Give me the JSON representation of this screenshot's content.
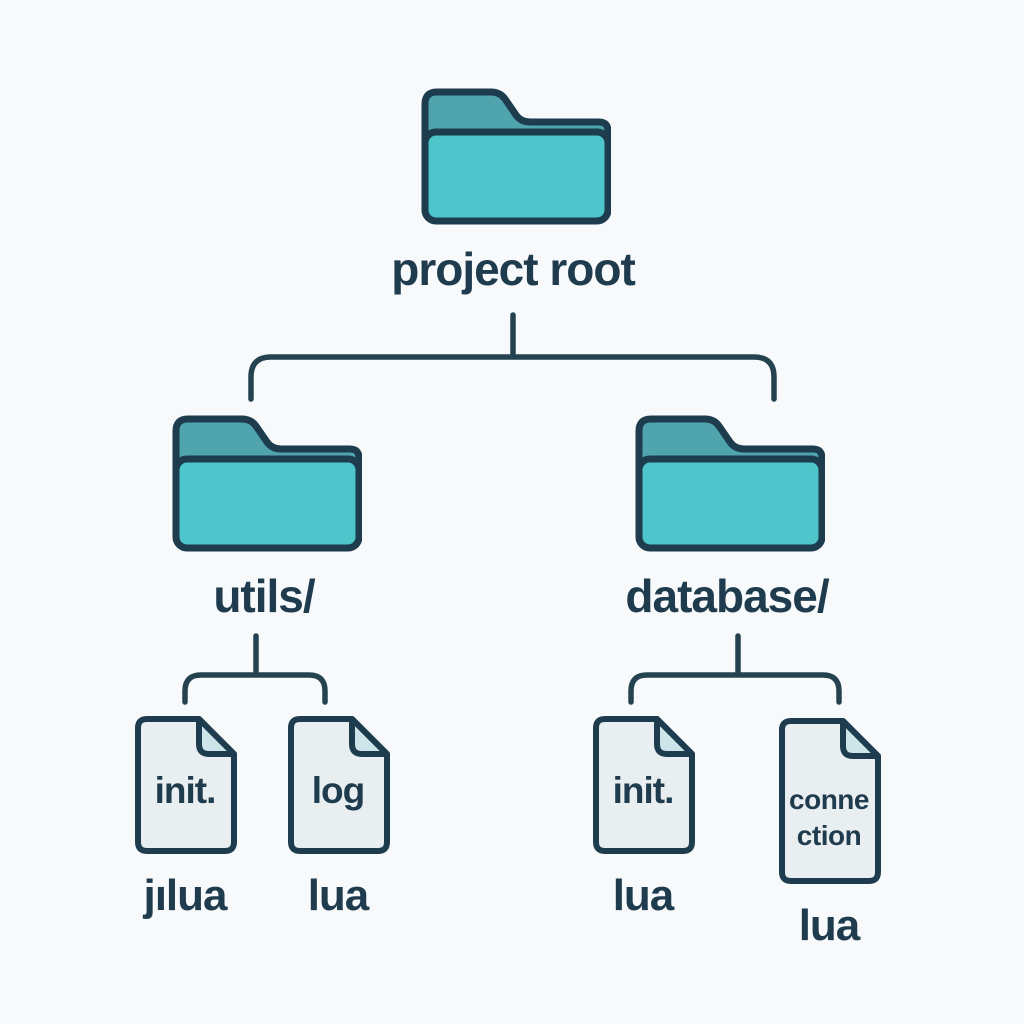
{
  "colors": {
    "background": "#F7F9FA",
    "outline": "#1D3C4E",
    "line": "#24424F",
    "text": "#1F3B4E",
    "folder_fill": "#4EC4CB",
    "folder_tab": "#4FA4AD",
    "file_fill": "#E9EFF1",
    "file_fold": "#CDE4E8"
  },
  "nodes": {
    "root": {
      "label": "project root"
    },
    "utils": {
      "label": "utils/"
    },
    "database": {
      "label": "database/"
    },
    "utils_init": {
      "title": "init.",
      "label": "jılua"
    },
    "utils_log": {
      "title": "log",
      "label": "lua"
    },
    "db_init": {
      "title": "init.",
      "label": "lua"
    },
    "db_connection": {
      "title_line1": "conne",
      "title_line2": "ction",
      "label": "lua"
    }
  }
}
